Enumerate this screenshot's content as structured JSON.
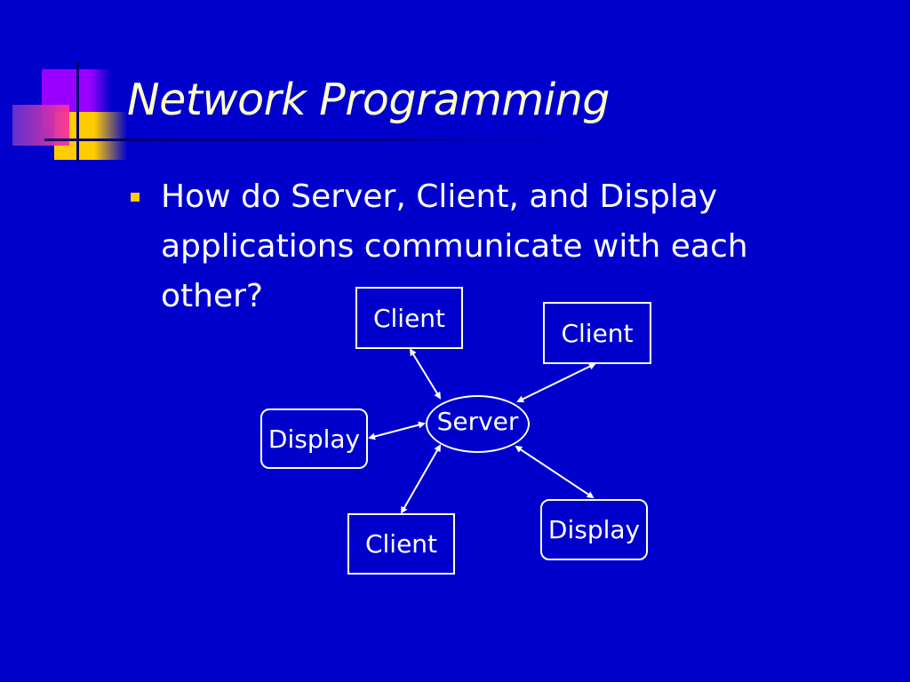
{
  "slide": {
    "title": "Network Programming",
    "bullets": [
      "How do Server, Client, and Display applications communicate with each other?"
    ]
  },
  "colors": {
    "background": "#0000cc",
    "title": "#ffffcc",
    "text": "#ffffff",
    "bullet": "#ffcc00"
  },
  "diagram": {
    "server": {
      "label": "Server"
    },
    "nodes": [
      {
        "id": "client-top",
        "label": "Client",
        "shape": "rect"
      },
      {
        "id": "client-right",
        "label": "Client",
        "shape": "rect"
      },
      {
        "id": "display-left",
        "label": "Display",
        "shape": "rounded-rect"
      },
      {
        "id": "client-bottom",
        "label": "Client",
        "shape": "rect"
      },
      {
        "id": "display-bottom-right",
        "label": "Display",
        "shape": "rounded-rect"
      }
    ],
    "connections": "bidirectional arrows between Server and each node"
  }
}
